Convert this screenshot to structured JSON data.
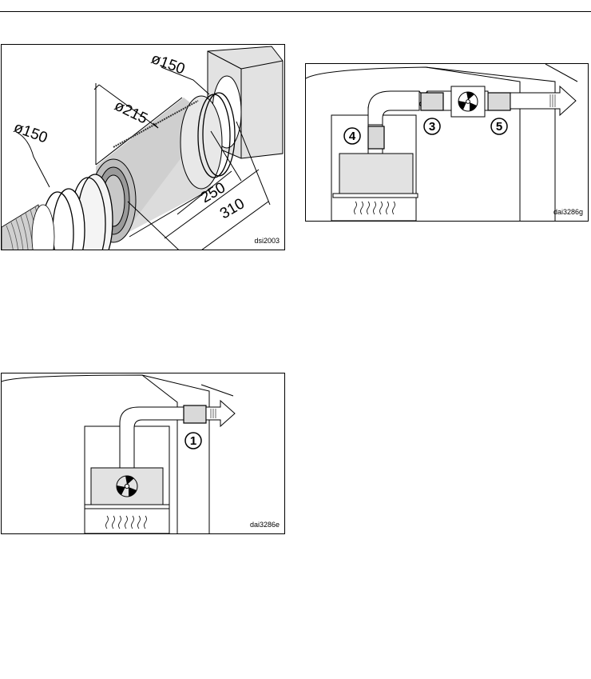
{
  "figures": [
    {
      "code": "dsi2003",
      "dimensions": {
        "dia_left": "ø150",
        "dia_middle": "ø215",
        "dia_right": "ø150",
        "length_inner": "250",
        "length_outer": "310"
      }
    },
    {
      "code": "dai3286g",
      "callouts": [
        "4",
        "3",
        "5"
      ]
    },
    {
      "code": "dai3286e",
      "callouts": [
        "1"
      ]
    }
  ],
  "icons": [
    "fan-icon",
    "exhaust-arrow-icon",
    "heat-wave-icon"
  ]
}
